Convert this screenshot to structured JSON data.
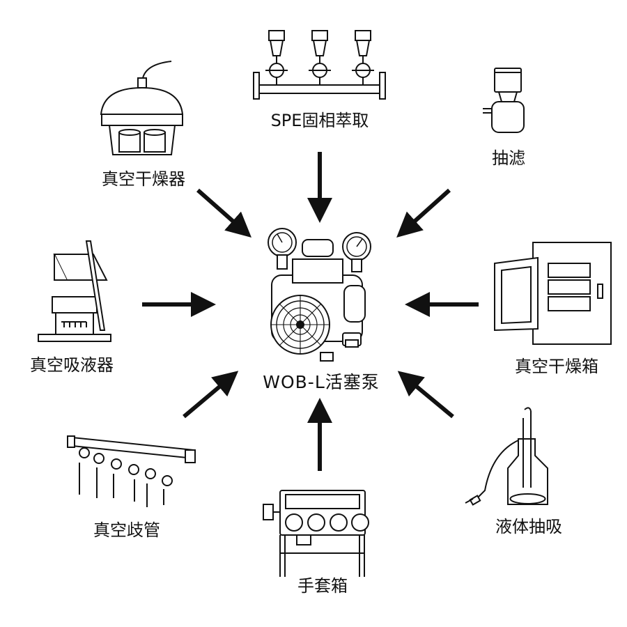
{
  "center": {
    "label": "WOB-L活塞泵",
    "icon": "piston-pump-icon"
  },
  "applications": [
    {
      "id": "spe",
      "label": "SPE固相萃取",
      "icon": "spe-manifold-icon"
    },
    {
      "id": "filtration",
      "label": "抽滤",
      "icon": "filtration-flask-icon"
    },
    {
      "id": "vacuum-oven",
      "label": "真空干燥箱",
      "icon": "vacuum-oven-icon"
    },
    {
      "id": "liquid-suction",
      "label": "液体抽吸",
      "icon": "suction-bottle-icon"
    },
    {
      "id": "glove-box",
      "label": "手套箱",
      "icon": "glove-box-icon"
    },
    {
      "id": "vacuum-manifold",
      "label": "真空歧管",
      "icon": "vacuum-manifold-icon"
    },
    {
      "id": "vacuum-aspirator",
      "label": "真空吸液器",
      "icon": "vacuum-aspirator-icon"
    },
    {
      "id": "vacuum-desiccator",
      "label": "真空干燥器",
      "icon": "vacuum-desiccator-icon"
    }
  ],
  "colors": {
    "line": "#111111",
    "background": "#ffffff"
  }
}
